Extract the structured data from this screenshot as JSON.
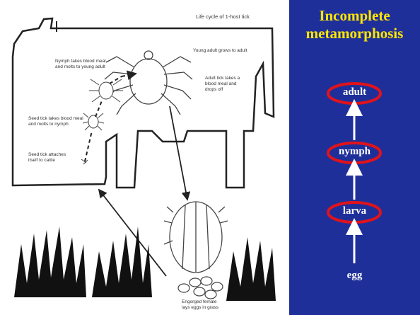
{
  "slide": {
    "title_lines": [
      "Incomplete",
      "metamorphosis"
    ],
    "stages": [
      "adult",
      "nymph",
      "larva",
      "egg"
    ],
    "colors": {
      "panel_background": "#1f2f9a",
      "title": "#ffe600",
      "stage_text": "#ffffff",
      "oval_outline": "#e0131b",
      "arrows": "#ffffff"
    }
  },
  "figure": {
    "title": "Life cycle of 1-host tick",
    "captions": {
      "young_adult": "Young adult grows to adult",
      "nymph_meal": [
        "Nymph takes blood meal",
        "and molts to young adult"
      ],
      "adult_meal": [
        "Adult tick takes a",
        "blood meal and",
        "drops off"
      ],
      "seed_meal": [
        "Seed tick takes blood meal",
        "and molts to nymph"
      ],
      "seed_attach": [
        "Seed tick attaches",
        "itself to cattle"
      ],
      "engorged": [
        "Engorged female",
        "lays eggs in grass"
      ]
    }
  }
}
